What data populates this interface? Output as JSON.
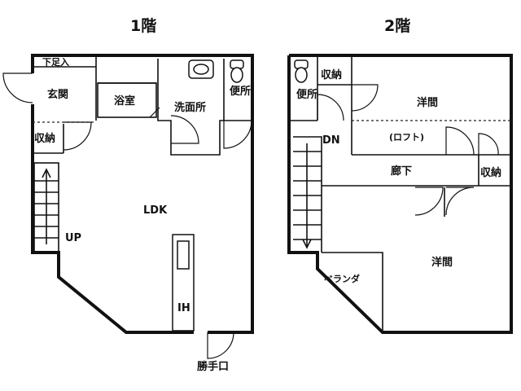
{
  "floor1": {
    "title": "1階",
    "rooms": {
      "shoe_storage": "下足入",
      "entrance": "玄関",
      "bath": "浴室",
      "washroom": "洗面所",
      "toilet": "便所",
      "storage": "収納",
      "ldk": "LDK",
      "up": "UP",
      "ih": "IH",
      "back_door": "勝手口"
    }
  },
  "floor2": {
    "title": "2階",
    "rooms": {
      "toilet": "便所",
      "storage_top": "収納",
      "western_room_1": "洋間",
      "loft": "(ロフト)",
      "down": "DN",
      "hallway": "廊下",
      "storage_right": "収納",
      "western_room_2": "洋間",
      "veranda": "ベランダ"
    }
  }
}
